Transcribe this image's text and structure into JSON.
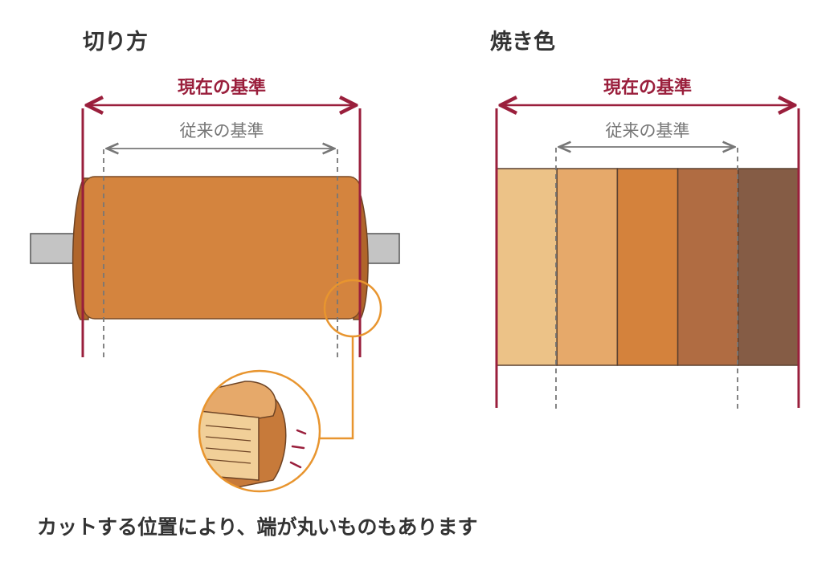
{
  "cut": {
    "title": "切り方",
    "current_label": "現在の基準",
    "old_label": "従来の基準"
  },
  "color": {
    "title": "焼き色",
    "current_label": "現在の基準",
    "old_label": "従来の基準",
    "swatches": [
      "#ecc287",
      "#e6a96a",
      "#d4823c",
      "#b06c42",
      "#855c45"
    ]
  },
  "caption": "カットする位置により、端が丸いものもあります",
  "colors": {
    "accent_red": "#9a1f3c",
    "guide_gray": "#777777",
    "roll_orange": "#d4843e",
    "roll_dark": "#b0652a",
    "callout_orange": "#e8952f",
    "rod_gray": "#c4c4c4"
  }
}
